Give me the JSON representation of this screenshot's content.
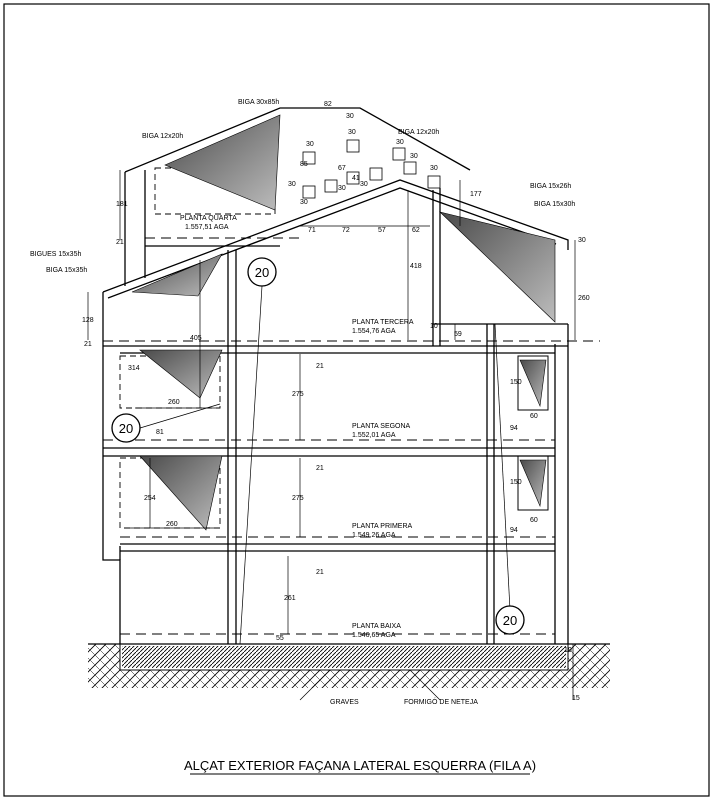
{
  "title": "ALÇAT EXTERIOR FAÇANA LATERAL ESQUERRA (FILA A)",
  "levels": {
    "quarta": {
      "name": "PLANTA QUARTA",
      "elev": "1.557,51 AGA"
    },
    "tercera": {
      "name": "PLANTA TERCERA",
      "elev": "1.554,76 AGA"
    },
    "segona": {
      "name": "PLANTA SEGONA",
      "elev": "1.552,01 AGA"
    },
    "primera": {
      "name": "PLANTA PRIMERA",
      "elev": "1.549,26 AGA"
    },
    "baixa": {
      "name": "PLANTA BAIXA",
      "elev": "1.546,65 AGA"
    }
  },
  "beams": {
    "biga_30x85": "BIGA 30x85h",
    "biga_12x20_left": "BIGA 12x20h",
    "biga_12x20_mid": "BIGA 12x20h",
    "biga_15x26": "BIGA 15x26h",
    "biga_15x30": "BIGA 15x30h",
    "bigues_15x35": "BIGUES 15x35h",
    "biga_15x35": "BIGA 15x35h"
  },
  "materials": {
    "graves": "GRAVES",
    "formigo": "FORMIGÓ DE NETEJA"
  },
  "markers": {
    "m1": "20",
    "m2": "20",
    "m3": "20"
  },
  "dims": {
    "d82": "82",
    "d30a": "30",
    "d30b": "30",
    "d30c": "30",
    "d30d": "30",
    "d30e": "30",
    "d30f": "30",
    "d30g": "30",
    "d30h": "30",
    "d30i": "30",
    "d30j": "30",
    "d85": "85",
    "d67": "67",
    "d41": "41",
    "d177": "177",
    "d181": "181",
    "d71": "71",
    "d72": "72",
    "d57": "57",
    "d62": "62",
    "d21a": "21",
    "d21b": "21",
    "d21c": "21",
    "d21d": "21",
    "d21e": "21",
    "d128": "128",
    "d405": "405",
    "d314": "314",
    "d260a": "260",
    "d260b": "260",
    "d418": "418",
    "d10": "10",
    "d59": "59",
    "d260v": "260",
    "d30r": "30",
    "d275a": "275",
    "d275b": "275",
    "d261": "261",
    "d55": "55",
    "d81": "81",
    "d254": "254",
    "d150a": "150",
    "d150b": "150",
    "d94a": "94",
    "d94b": "94",
    "d60a": "60",
    "d60b": "60",
    "d10b": "10",
    "d15": "15"
  },
  "colors": {
    "line": "#000000",
    "hatch": "#555555",
    "paper": "#ffffff",
    "ground": "#2a2a2a"
  }
}
